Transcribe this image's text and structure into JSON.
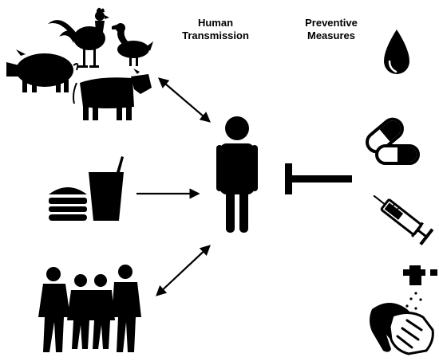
{
  "headings": {
    "transmission": {
      "line1": "Human",
      "line2": "Transmission"
    },
    "preventive": {
      "line1": "Preventive",
      "line2": "Measures"
    }
  },
  "icons": {
    "sources": [
      "rooster-icon",
      "duck-icon",
      "pig-icon",
      "cow-icon",
      "burger-icon",
      "drink-cup-icon",
      "people-group-icon"
    ],
    "center": "person-icon",
    "measures": [
      "water-drop-icon",
      "capsules-icon",
      "syringe-icon",
      "handwashing-icon"
    ]
  },
  "colors": {
    "ink": "#000000",
    "background": "#ffffff"
  }
}
